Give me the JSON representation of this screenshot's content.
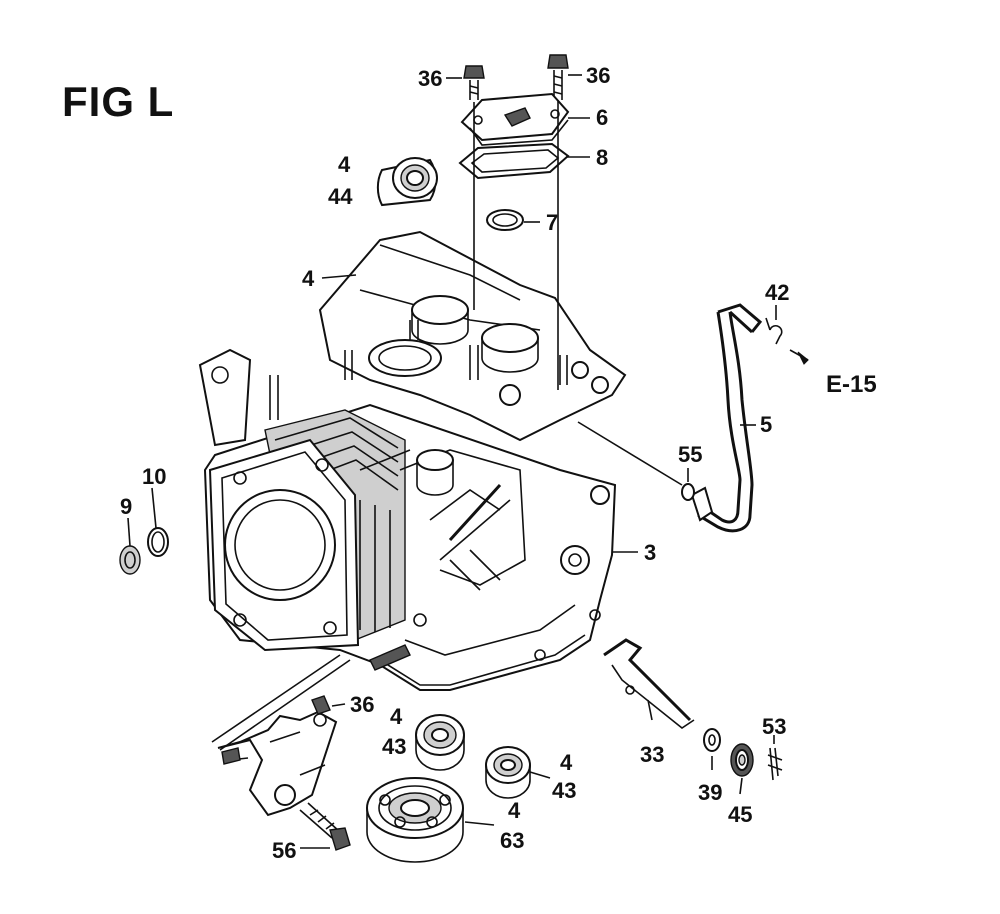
{
  "figure": {
    "title": "FIG L",
    "reference": "E-15"
  },
  "callouts": {
    "c36a": "36",
    "c36b": "36",
    "c6": "6",
    "c8": "8",
    "c7": "7",
    "c4_seal": "4",
    "c44": "44",
    "c4_block": "4",
    "c42": "42",
    "c5": "5",
    "c55": "55",
    "c3": "3",
    "c9": "9",
    "c10": "10",
    "c36c": "36",
    "c4_b1": "4",
    "c43_b1": "43",
    "c4_b2": "4",
    "c43_b2": "43",
    "c4_b3": "4",
    "c63": "63",
    "c33": "33",
    "c39": "39",
    "c45": "45",
    "c53": "53",
    "c56": "56"
  },
  "colors": {
    "line": "#111111",
    "background": "#ffffff",
    "shade": "#cfcfcf"
  }
}
